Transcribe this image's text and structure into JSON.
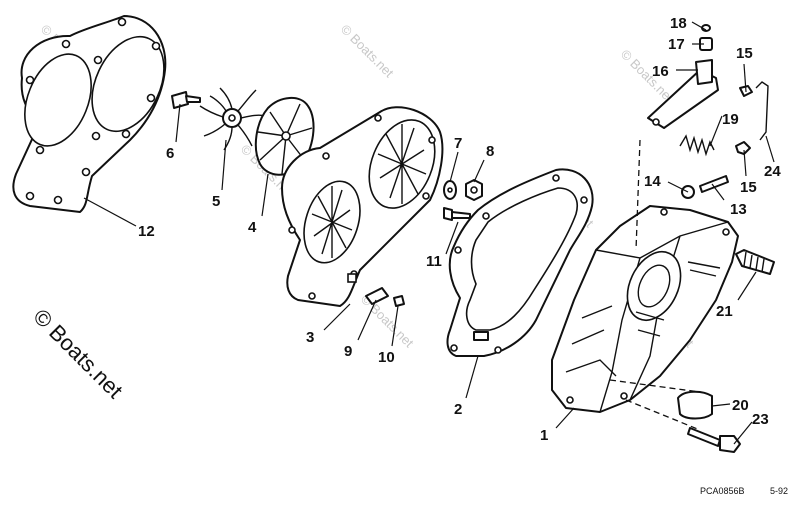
{
  "callouts": {
    "c1": "1",
    "c2": "2",
    "c3": "3",
    "c4": "4",
    "c5": "5",
    "c6": "6",
    "c7": "7",
    "c8": "8",
    "c9": "9",
    "c10": "10",
    "c11": "11",
    "c12": "12",
    "c13": "13",
    "c14": "14",
    "c15a": "15",
    "c15b": "15",
    "c16": "16",
    "c17": "17",
    "c18": "18",
    "c19": "19",
    "c20": "20",
    "c21": "21",
    "c23": "23",
    "c24": "24"
  },
  "watermark": {
    "side": "© Boats.net",
    "faint": "© Boats.net"
  },
  "footer": {
    "drawing_code": "PCA0856B",
    "date": "5-92"
  }
}
